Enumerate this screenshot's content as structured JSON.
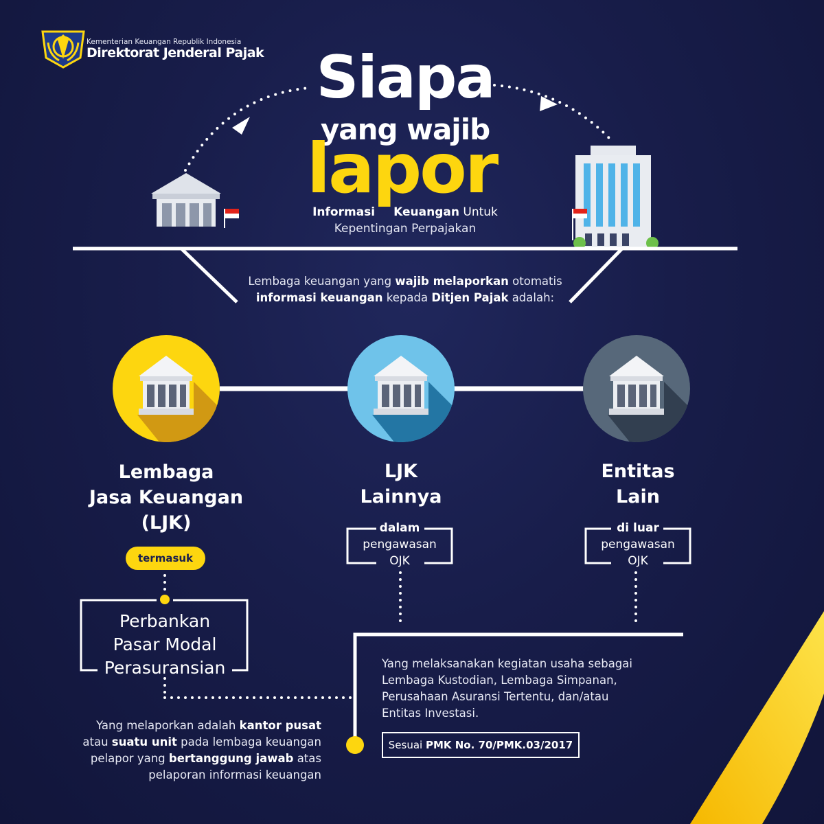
{
  "brand": {
    "ministry": "Kementerian Keuangan Republik Indonesia",
    "name": "Direktorat Jenderal Pajak"
  },
  "heading": {
    "line1": "Siapa",
    "line2": "yang wajib",
    "line3": "lapor",
    "sub_bold1": "Informasi",
    "sub_bold2": "Keuangan",
    "sub_normal": "Untuk",
    "sub_line2": "Kepentingan Perpajakan"
  },
  "intro": {
    "p1": "Lembaga keuangan yang ",
    "b1": "wajib melaporkan",
    "p2": " otomatis",
    "b2": "informasi keuangan",
    "p3": " kepada ",
    "b3": "Ditjen Pajak",
    "p4": " adalah:"
  },
  "categories": [
    {
      "title_lines": [
        "Lembaga",
        "Jasa Keuangan",
        "(LJK)"
      ],
      "pill": "termasuk",
      "items": [
        "Perbankan",
        "Pasar Modal",
        "Perasuransian"
      ],
      "color": "#fdd60f"
    },
    {
      "title_lines": [
        "LJK",
        "Lainnya"
      ],
      "supervision_bold": "dalam",
      "supervision_lines": [
        "pengawasan",
        "OJK"
      ],
      "color": "#6fc3ea"
    },
    {
      "title_lines": [
        "Entitas",
        "Lain"
      ],
      "supervision_bold": "di luar",
      "supervision_lines": [
        "pengawasan",
        "OJK"
      ],
      "color": "#57687a"
    }
  ],
  "right_description": [
    "Yang melaksanakan kegiatan usaha sebagai",
    "Lembaga Kustodian, Lembaga Simpanan,",
    "Perusahaan Asuransi Tertentu, dan/atau",
    "Entitas Investasi."
  ],
  "regulation": {
    "prefix": "Sesuai ",
    "bold": "PMK No. 70/PMK.03/2017"
  },
  "left_description": {
    "l1a": "Yang melaporkan adalah ",
    "l1b": "kantor pusat",
    "l2a": "atau ",
    "l2b": "suatu unit",
    "l2c": " pada lembaga keuangan",
    "l3a": "pelapor yang ",
    "l3b": "bertanggung jawab",
    "l3c": " atas",
    "l4": "pelaporan informasi keuangan"
  },
  "colors": {
    "background": "#181d4a",
    "accent_yellow": "#fdd60f",
    "flag_red": "#e2231a",
    "ljk_lainnya_blue": "#6fc3ea",
    "entitas_lain_slate": "#57687a"
  },
  "icons": [
    "dgt-emblem-icon",
    "government-building-icon",
    "office-tower-icon",
    "bank-icon",
    "flag-icon",
    "arrow-icon"
  ]
}
